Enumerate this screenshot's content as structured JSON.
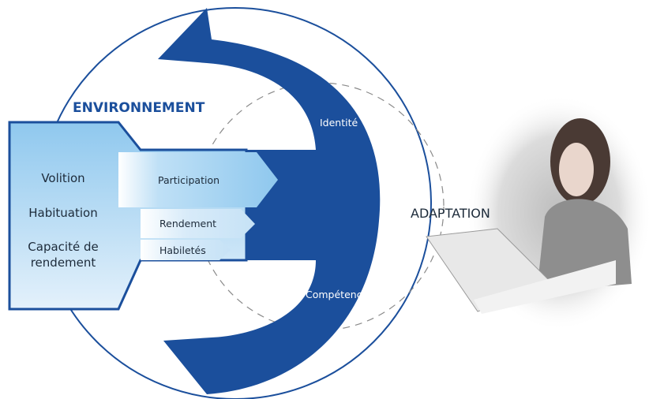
{
  "diagram": {
    "environment_label": "ENVIRONNEMENT",
    "adaptation_label": "ADAPTATION",
    "circle_labels": {
      "identity": "Identité",
      "competence": "Compétence"
    },
    "person_components": {
      "line1": "Volition",
      "line2": "Habituation",
      "line3a": "Capacité de",
      "line3b": "rendement"
    },
    "occupation_levels": {
      "participation": "Participation",
      "performance": "Rendement",
      "skills": "Habiletés"
    },
    "colors": {
      "dark_blue": "#1b4f9c",
      "light_blue": "#8fc8ee",
      "pale_blue": "#dfeefa",
      "text_dark": "#1d2b3a"
    },
    "photo": "woman-with-laptop-photo"
  }
}
